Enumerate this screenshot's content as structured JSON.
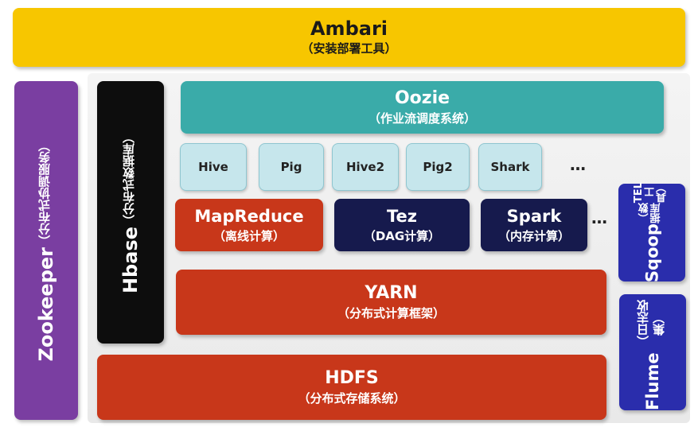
{
  "ambari": {
    "title": "Ambari",
    "subtitle": "（安装部署工具）"
  },
  "zookeeper": {
    "title": "Zookeeper",
    "subtitle": "（分布式协调服务）"
  },
  "hbase": {
    "title": "Hbase",
    "subtitle": "（分布式数据库）"
  },
  "oozie": {
    "title": "Oozie",
    "subtitle": "（作业流调度系统）"
  },
  "tools": [
    "Hive",
    "Pig",
    "Hive2",
    "Pig2",
    "Shark"
  ],
  "tools_more": "…",
  "engines": {
    "mapreduce": {
      "title": "MapReduce",
      "subtitle": "（离线计算）"
    },
    "tez": {
      "title": "Tez",
      "subtitle": "（DAG计算）"
    },
    "spark": {
      "title": "Spark",
      "subtitle": "（内存计算）"
    }
  },
  "engines_more": "…",
  "yarn": {
    "title": "YARN",
    "subtitle": "（分布式计算框架）"
  },
  "hdfs": {
    "title": "HDFS",
    "subtitle": "（分布式存储系统）"
  },
  "sqoop": {
    "title": "Sqoop",
    "subtitle_line1": "（数据库",
    "subtitle_line2": "TEL工具）"
  },
  "flume": {
    "title": "Flume",
    "subtitle": "（日志收集）"
  },
  "colors": {
    "ambari": "#f7c600",
    "zookeeper": "#7a3ea1",
    "hbase": "#0d0d0d",
    "oozie": "#3aaba9",
    "tool": "#c6e6ec",
    "compute_red": "#c8371a",
    "compute_navy": "#161a4d",
    "ingest_blue": "#2a2dac"
  }
}
